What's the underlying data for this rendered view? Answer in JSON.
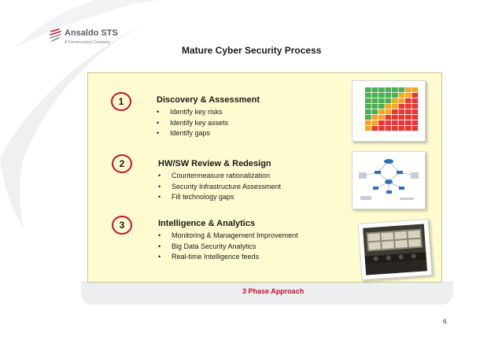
{
  "logo": {
    "name": "Ansaldo STS",
    "tagline": "A Finmeccanica Company"
  },
  "slide": {
    "title": "Mature Cyber Security Process",
    "caption": "3 Phase Approach",
    "page_number": "6"
  },
  "phases": [
    {
      "number": "1",
      "title": "Discovery & Assessment",
      "bullets": [
        "Identify key risks",
        "Identify key assets",
        "Identify gaps"
      ]
    },
    {
      "number": "2",
      "title": "HW/SW Review & Redesign",
      "bullets": [
        "Countermeasure rationalization",
        "Security Infrastructure Assessment",
        "Fill technology gaps"
      ]
    },
    {
      "number": "3",
      "title": "Intelligence & Analytics",
      "bullets": [
        "Monitoring & Management Improvement",
        "Big Data Security Analytics",
        "Real-time Intelligence feeds"
      ]
    }
  ],
  "colors": {
    "accent": "#c8102e",
    "panel_background": "#fefbd0",
    "risk_green": "#4caf50",
    "risk_orange": "#f5a623",
    "risk_red": "#e53935"
  }
}
